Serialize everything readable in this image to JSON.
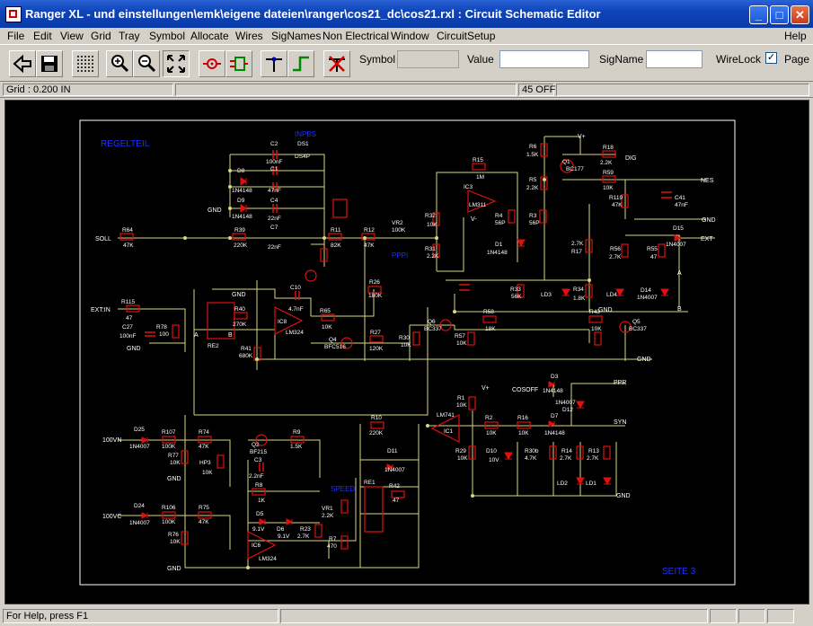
{
  "window": {
    "title": "Ranger XL -  und einstellungen\\emk\\eigene dateien\\ranger\\cos21_dc\\cos21.rxl : Circuit Schematic Editor"
  },
  "menu": [
    "File",
    "Edit",
    "View",
    "Grid",
    "Tray",
    "Symbol",
    "Allocate",
    "Wires",
    "SigNames",
    "Non Electrical",
    "Window",
    "CircuitSetup",
    "Help"
  ],
  "toolbar": {
    "symbol_label": "Symbol",
    "symbol_value": "",
    "value_label": "Value",
    "value_value": "",
    "signame_label": "SigName",
    "signame_value": "",
    "wirelock_label": "WireLock",
    "wirelock_checked": "✓",
    "page_label": "Page"
  },
  "status": {
    "grid": "Grid : 0.200 IN",
    "angle": "45 OFF"
  },
  "help_text": "For Help, press F1",
  "schematic": {
    "labels": {
      "regelteil": "REGELTEIL",
      "seite": "SEITE 3",
      "inpbs": "INPBS",
      "speed": "SPEED",
      "pppi": "PPPI",
      "soll": "SOLL",
      "extin": "EXT:IN",
      "gnd": "GND",
      "v_plus": "V+",
      "v_minus": "V-",
      "nes": "NES",
      "ext": "EXT",
      "dig": "DIG",
      "ppr": "PPR",
      "syn": "SYN",
      "cosoff": "COSOFF",
      "a": "A",
      "b": "B",
      "in100vn": "100VN",
      "in100vc": "100VC"
    },
    "components": [
      {
        "ref": "C2",
        "val": "100nF"
      },
      {
        "ref": "DS1",
        "val": "DS4P"
      },
      {
        "ref": "C1",
        "val": "47nF"
      },
      {
        "ref": "C4",
        "val": "22nF"
      },
      {
        "ref": "C7",
        "val": "22nF"
      },
      {
        "ref": "D8",
        "val": "1N4148"
      },
      {
        "ref": "D9",
        "val": "1N4148"
      },
      {
        "ref": "R64",
        "val": "47K"
      },
      {
        "ref": "R39",
        "val": "220K"
      },
      {
        "ref": "R11",
        "val": "82K"
      },
      {
        "ref": "R12",
        "val": "47K"
      },
      {
        "ref": "VR2",
        "val": "100K"
      },
      {
        "ref": "R15",
        "val": "1M"
      },
      {
        "ref": "IC3",
        "val": "LM311"
      },
      {
        "ref": "R32",
        "val": "10K"
      },
      {
        "ref": "R31",
        "val": "2.2K"
      },
      {
        "ref": "R4",
        "val": "56P"
      },
      {
        "ref": "R3",
        "val": "56P"
      },
      {
        "ref": "R6",
        "val": "1.5K"
      },
      {
        "ref": "R5",
        "val": "2.2K"
      },
      {
        "ref": "Q1",
        "val": "BC177"
      },
      {
        "ref": "R18",
        "val": "2.2K"
      },
      {
        "ref": "R59",
        "val": "10K"
      },
      {
        "ref": "R119",
        "val": "47K"
      },
      {
        "ref": "C41",
        "val": "47nF"
      },
      {
        "ref": "D15",
        "val": "1N4007"
      },
      {
        "ref": "R55",
        "val": "47"
      },
      {
        "ref": "R56",
        "val": "2.7K"
      },
      {
        "ref": "R17",
        "val": "2.7K"
      },
      {
        "ref": "D1",
        "val": "1N4148"
      },
      {
        "ref": "R33",
        "val": "56K"
      },
      {
        "ref": "LD3",
        "val": ""
      },
      {
        "ref": "R34",
        "val": "1.8K"
      },
      {
        "ref": "LD4",
        "val": ""
      },
      {
        "ref": "D14",
        "val": "1N4007"
      },
      {
        "ref": "R115",
        "val": "47"
      },
      {
        "ref": "C27",
        "val": "100nF"
      },
      {
        "ref": "R78",
        "val": "100"
      },
      {
        "ref": "R40",
        "val": "270K"
      },
      {
        "ref": "RE2",
        "val": ""
      },
      {
        "ref": "C10",
        "val": "4.7nF"
      },
      {
        "ref": "IC8",
        "val": "LM324"
      },
      {
        "ref": "R26",
        "val": "180K"
      },
      {
        "ref": "R65",
        "val": "10K"
      },
      {
        "ref": "R27",
        "val": "120K"
      },
      {
        "ref": "Q4",
        "val": "BFC516"
      },
      {
        "ref": "R30",
        "val": "10K"
      },
      {
        "ref": "R41",
        "val": "680K"
      },
      {
        "ref": "Q6",
        "val": "BC337"
      },
      {
        "ref": "R58",
        "val": "18K"
      },
      {
        "ref": "R57",
        "val": "10K"
      },
      {
        "ref": "R43",
        "val": "10K"
      },
      {
        "ref": "Q5",
        "val": "BC337"
      },
      {
        "ref": "R1",
        "val": "10K"
      },
      {
        "ref": "R2",
        "val": "10K"
      },
      {
        "ref": "R16",
        "val": "10K"
      },
      {
        "ref": "IC1",
        "val": "LM741"
      },
      {
        "ref": "D3",
        "val": "1N4148"
      },
      {
        "ref": "D12",
        "val": "1N4007"
      },
      {
        "ref": "D7",
        "val": "1N4148"
      },
      {
        "ref": "R29",
        "val": "10K"
      },
      {
        "ref": "D10",
        "val": "10V"
      },
      {
        "ref": "R30b",
        "val": "4.7K"
      },
      {
        "ref": "R14",
        "val": "2.7K"
      },
      {
        "ref": "R13",
        "val": "2.7K"
      },
      {
        "ref": "LD2",
        "val": ""
      },
      {
        "ref": "LD1",
        "val": ""
      },
      {
        "ref": "R10",
        "val": "220K"
      },
      {
        "ref": "D11",
        "val": "1N4007"
      },
      {
        "ref": "RE1",
        "val": ""
      },
      {
        "ref": "R42",
        "val": "47"
      },
      {
        "ref": "D25",
        "val": "1N4007"
      },
      {
        "ref": "R107",
        "val": "100K"
      },
      {
        "ref": "R74",
        "val": "47K"
      },
      {
        "ref": "R77",
        "val": "10K"
      },
      {
        "ref": "HP3",
        "val": "10K"
      },
      {
        "ref": "Q2",
        "val": "BF215"
      },
      {
        "ref": "R9",
        "val": "1.5K"
      },
      {
        "ref": "C3",
        "val": "2.2nF"
      },
      {
        "ref": "R8",
        "val": "1K"
      },
      {
        "ref": "D24",
        "val": "1N4007"
      },
      {
        "ref": "R106",
        "val": "100K"
      },
      {
        "ref": "R75",
        "val": "47K"
      },
      {
        "ref": "R76",
        "val": "10K"
      },
      {
        "ref": "D5",
        "val": "9.1V"
      },
      {
        "ref": "D6",
        "val": "9.1V"
      },
      {
        "ref": "VR1",
        "val": "2.2K"
      },
      {
        "ref": "R23",
        "val": "2.7K"
      },
      {
        "ref": "R7",
        "val": "470"
      },
      {
        "ref": "IC6",
        "val": "LM324"
      }
    ]
  },
  "colors": {
    "wire": "#d8d880",
    "part": "#e01010",
    "label": "#ffffff",
    "text_blue": "#2030ff",
    "title_blue": "#0a3aa8"
  }
}
